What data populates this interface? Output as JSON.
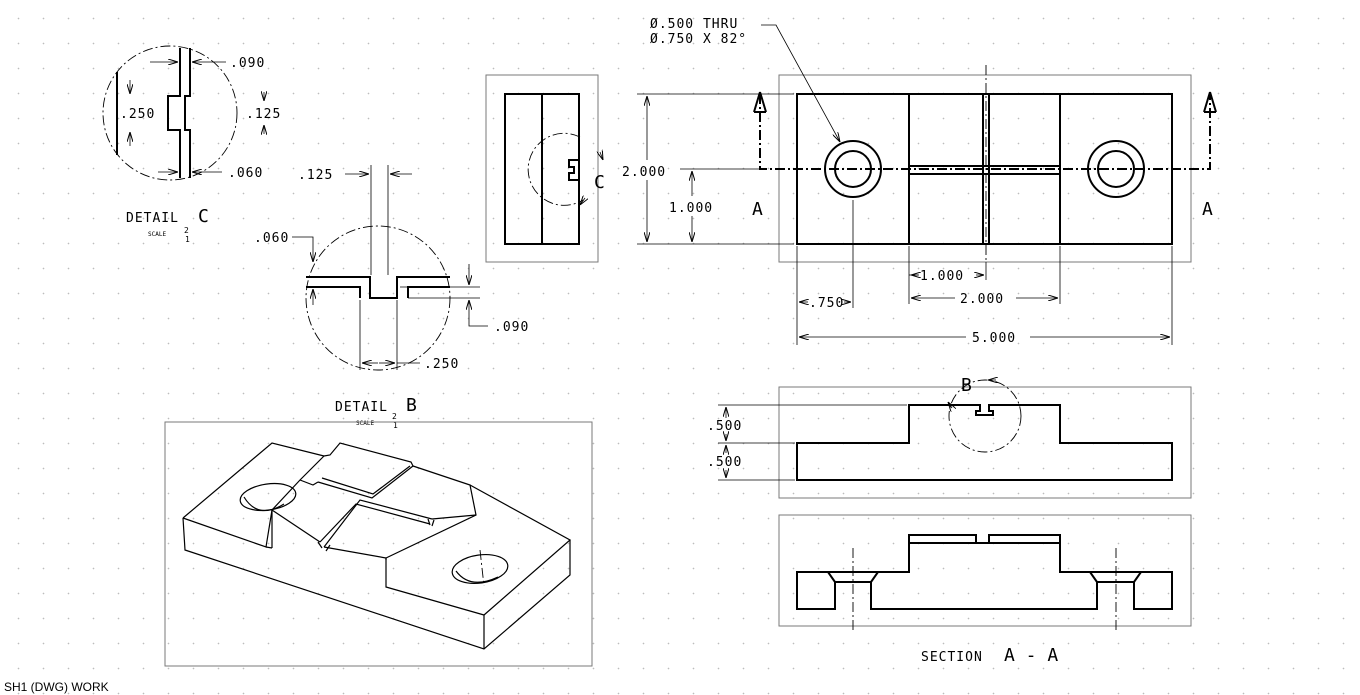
{
  "status_bar": {
    "text": "SH1 (DWG) WORK"
  },
  "detail_c": {
    "title": "DETAIL",
    "letter": "C",
    "scale_label": "SCALE",
    "scale_num": "2",
    "scale_den": "1",
    "dims": {
      "top": ".090",
      "left": ".250",
      "right": ".125",
      "bottom": ".060"
    }
  },
  "detail_b": {
    "title": "DETAIL",
    "letter": "B",
    "scale_label": "SCALE",
    "scale_num": "2",
    "scale_den": "1",
    "dims": {
      "top": ".125",
      "left": ".060",
      "right": ".090",
      "bottom": ".250"
    }
  },
  "side_view": {
    "callout": "C"
  },
  "top_view": {
    "hole_note_line1": "Ø.500 THRU",
    "hole_note_line2": "Ø.750 X 82°",
    "section_left": "A",
    "section_right": "A",
    "dims": {
      "height": "2.000",
      "half_height": "1.000",
      "hole_offset": ".750",
      "slot_center": "1.000",
      "pad_width": "2.000",
      "overall": "5.000"
    }
  },
  "front_view": {
    "callout": "B",
    "dims": {
      "pad_height": ".500",
      "base_height": ".500"
    }
  },
  "section_view": {
    "label": "SECTION",
    "letters": "A - A"
  }
}
